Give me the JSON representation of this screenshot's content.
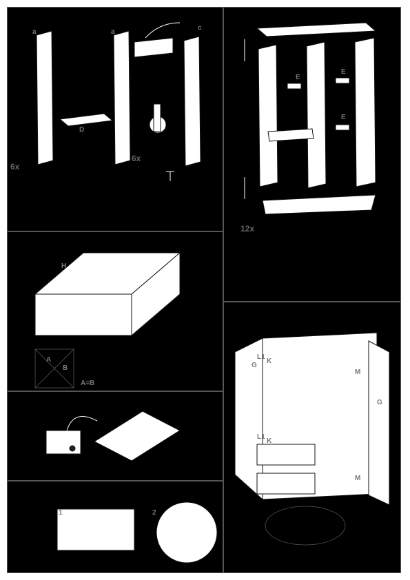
{
  "counts": {
    "step1_panel_a": "6x",
    "step1_panel_b": "6x",
    "step2": "12x"
  },
  "labels": {
    "a1": "a",
    "a2": "a",
    "c": "c",
    "d": "D",
    "e1": "E",
    "e2": "E",
    "e3": "E",
    "h": "H",
    "a_diag": "A",
    "b_diag": "B",
    "ab_equal": "A=B",
    "l1_top": "L1",
    "l1_bottom": "L1",
    "k_top": "K",
    "k_bottom": "K",
    "g_left": "G",
    "g_right": "G",
    "m_top": "M",
    "m_bottom": "M",
    "step_hinge_1": "1",
    "step_hinge_2": "2"
  }
}
